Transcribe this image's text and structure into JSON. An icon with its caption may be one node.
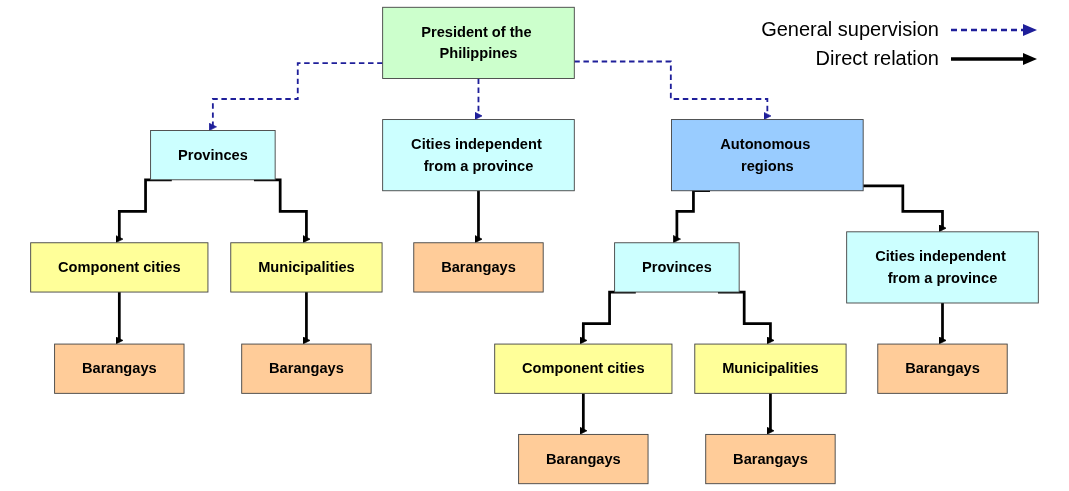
{
  "diagram": {
    "nodes": [
      {
        "text": [
          "President of the Philippines"
        ]
      },
      {
        "text": [
          "Autonomous regions"
        ]
      },
      {
        "text": [
          "Provinces"
        ]
      },
      {
        "text": [
          "Cities independent from a province"
        ]
      },
      {
        "text": [
          "Provinces"
        ]
      },
      {
        "text": [
          "Cities independent from a province"
        ]
      },
      {
        "text": [
          "Component cities"
        ]
      },
      {
        "text": [
          "Municipalities"
        ]
      },
      {
        "text": [
          "Component cities"
        ]
      },
      {
        "text": [
          "Municipalities"
        ]
      },
      {
        "text": [
          "Barangays"
        ]
      },
      {
        "text": [
          "Barangays"
        ]
      },
      {
        "text": [
          "Barangays"
        ]
      },
      {
        "text": [
          "Barangays"
        ]
      },
      {
        "text": [
          "Barangays"
        ]
      },
      {
        "text": [
          "Barangays"
        ]
      }
    ],
    "edges": [
      {
        "from": 0,
        "to": 2,
        "arrow": "to",
        "style": "dashed",
        "color": "#1f1f9a"
      },
      {
        "from": 0,
        "to": 3,
        "arrow": "to",
        "style": "dashed",
        "color": "#1f1f9a"
      },
      {
        "from": 0,
        "to": 1,
        "arrow": "to",
        "style": "dashed",
        "color": "#1f1f9a"
      },
      {
        "from": 1,
        "to": 4,
        "arrow": "to"
      },
      {
        "from": 1,
        "to": 5,
        "arrow": "to"
      },
      {
        "from": 2,
        "to": 6,
        "arrow": "to"
      },
      {
        "from": 2,
        "to": 7,
        "arrow": "to"
      },
      {
        "from": 4,
        "to": 8,
        "arrow": "to"
      },
      {
        "from": 4,
        "to": 9,
        "arrow": "to"
      },
      {
        "from": 6,
        "to": 10,
        "arrow": "to"
      },
      {
        "from": 7,
        "to": 11,
        "arrow": "to"
      },
      {
        "from": 3,
        "to": 12,
        "arrow": "to"
      },
      {
        "from": 8,
        "to": 13,
        "arrow": "to"
      },
      {
        "from": 9,
        "to": 14,
        "arrow": "to"
      },
      {
        "from": 5,
        "to": 15,
        "arrow": "to"
      }
    ],
    "legend": [
      {
        "text": "General supervision"
      },
      {
        "text": "Direct relation"
      }
    ]
  }
}
